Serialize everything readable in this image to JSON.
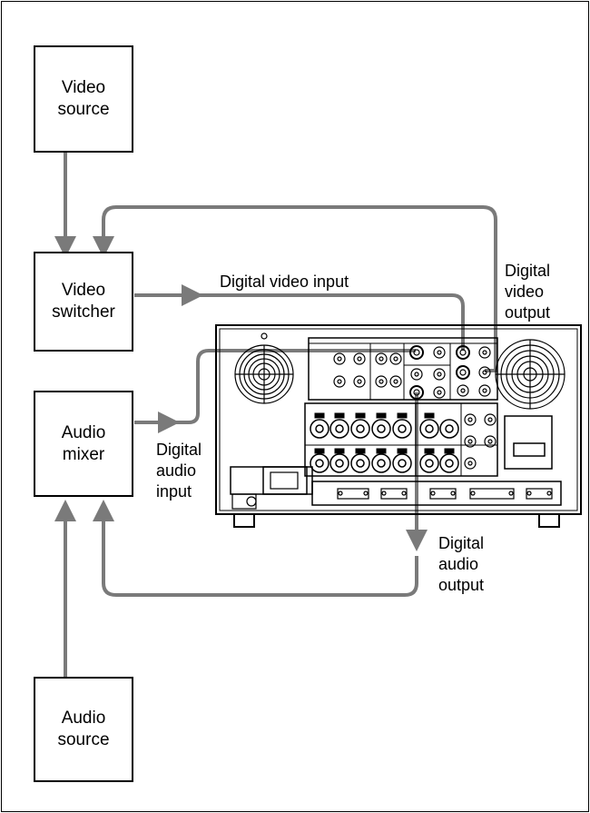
{
  "nodes": {
    "video_source": "Video\nsource",
    "video_switcher": "Video\nswitcher",
    "audio_mixer": "Audio\nmixer",
    "audio_source": "Audio\nsource"
  },
  "labels": {
    "digital_video_input": "Digital video input",
    "digital_video_output": "Digital\nvideo\noutput",
    "digital_audio_input": "Digital\naudio\ninput",
    "digital_audio_output": "Digital\naudio\noutput"
  },
  "colors": {
    "line": "#7a7a7a",
    "outline": "#000000"
  }
}
